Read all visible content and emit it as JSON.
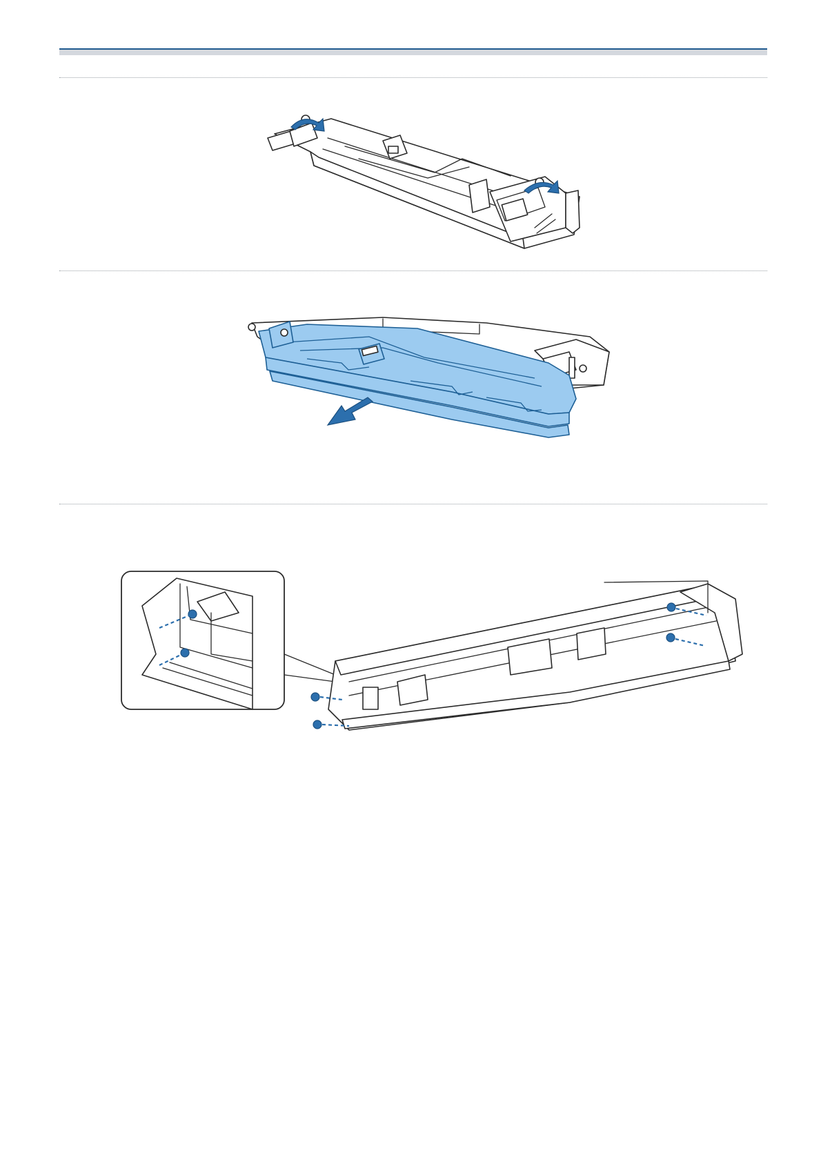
{
  "header": {
    "rule_color": "#1f5a8f",
    "band_color": "#d4d8de"
  },
  "steps": [
    {
      "figure": "loosen-screws",
      "icon": "rotate-arrow-icon",
      "accent_color": "#2c6fad"
    },
    {
      "figure": "slide-out-plate",
      "icon": "pull-arrow-icon",
      "accent_color": "#2c6fad",
      "highlight_color": "#9ccbf0"
    },
    {
      "figure": "attach-screws",
      "icon": "screw-icon",
      "accent_color": "#2c6fad",
      "has_detail_inset": true
    }
  ]
}
